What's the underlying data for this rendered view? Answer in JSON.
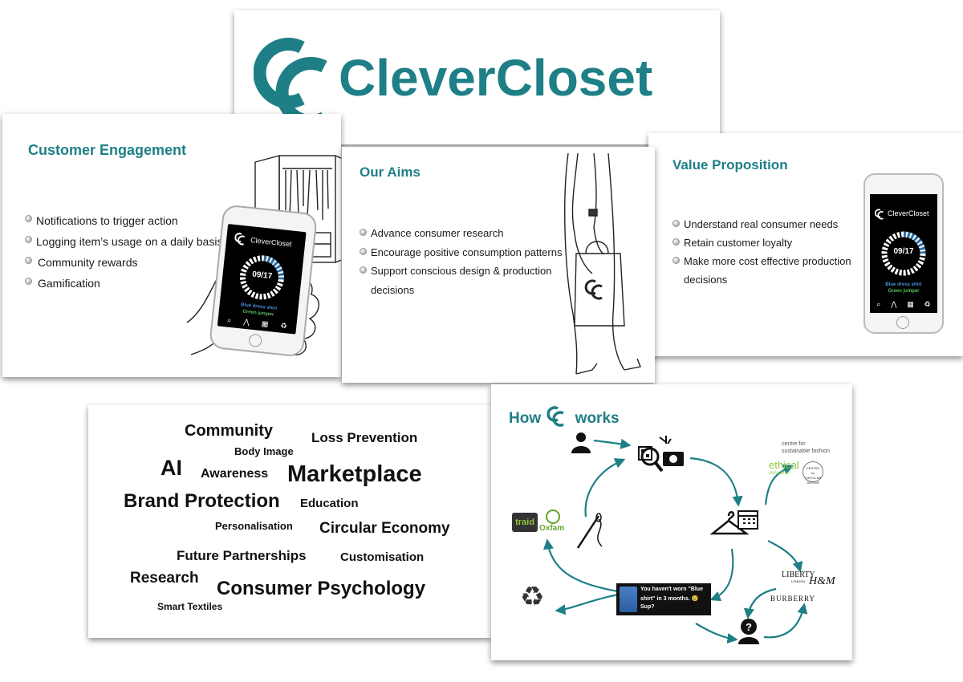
{
  "brand": {
    "name": "CleverCloset",
    "logo_mark": "CC",
    "accent": "#1e7f86"
  },
  "engagement": {
    "title": "Customer Engagement",
    "bullets": [
      "Notifications to trigger action",
      "Logging item’s usage on a daily basis",
      "Community rewards",
      "Gamification"
    ]
  },
  "aims": {
    "title": "Our Aims",
    "bullets": [
      "Advance consumer research",
      "Encourage positive consumption patterns",
      "Support conscious design & production decisions"
    ]
  },
  "value": {
    "title": "Value Proposition",
    "bullets": [
      "Understand real consumer needs",
      "Retain customer loyalty",
      "Make more cost effective production decisions"
    ]
  },
  "phone": {
    "app_name": "CleverCloset",
    "counter": "09/17",
    "line1": "Blue dress shirt",
    "line2": "Green jumper",
    "icons": [
      "search-icon",
      "hanger-icon",
      "calendar-icon",
      "recycle-icon"
    ]
  },
  "wordcloud": [
    {
      "text": "Community"
    },
    {
      "text": "Loss Prevention"
    },
    {
      "text": "Body Image"
    },
    {
      "text": "AI"
    },
    {
      "text": "Awareness"
    },
    {
      "text": "Marketplace"
    },
    {
      "text": "Brand Protection"
    },
    {
      "text": "Education"
    },
    {
      "text": "Personalisation"
    },
    {
      "text": "Circular Economy"
    },
    {
      "text": "Future Partnerships"
    },
    {
      "text": "Customisation"
    },
    {
      "text": "Research"
    },
    {
      "text": "Consumer Psychology"
    },
    {
      "text": "Smart Textiles"
    }
  ],
  "how": {
    "title_prefix": "How",
    "title_suffix": "works",
    "notification_line1": "You haven't worn \"Blue",
    "notification_line2": "shirt\" in 3 months. 😢",
    "notification_line3": "Sup?",
    "partners": {
      "traid": "traid",
      "oxfam": "Oxfam",
      "centre_line1": "centre for",
      "centre_line2": "sustainable fashion",
      "ethical_line1": "ethical",
      "ethical_line2": "consumer",
      "circular_line1": "CENTRE",
      "circular_line2": "for CIRCULAR",
      "circular_line3": "DESIGN",
      "liberty": "LIBERTY",
      "liberty_sub": "LONDON",
      "hm": "H&M",
      "burberry": "BURBERRY"
    }
  }
}
